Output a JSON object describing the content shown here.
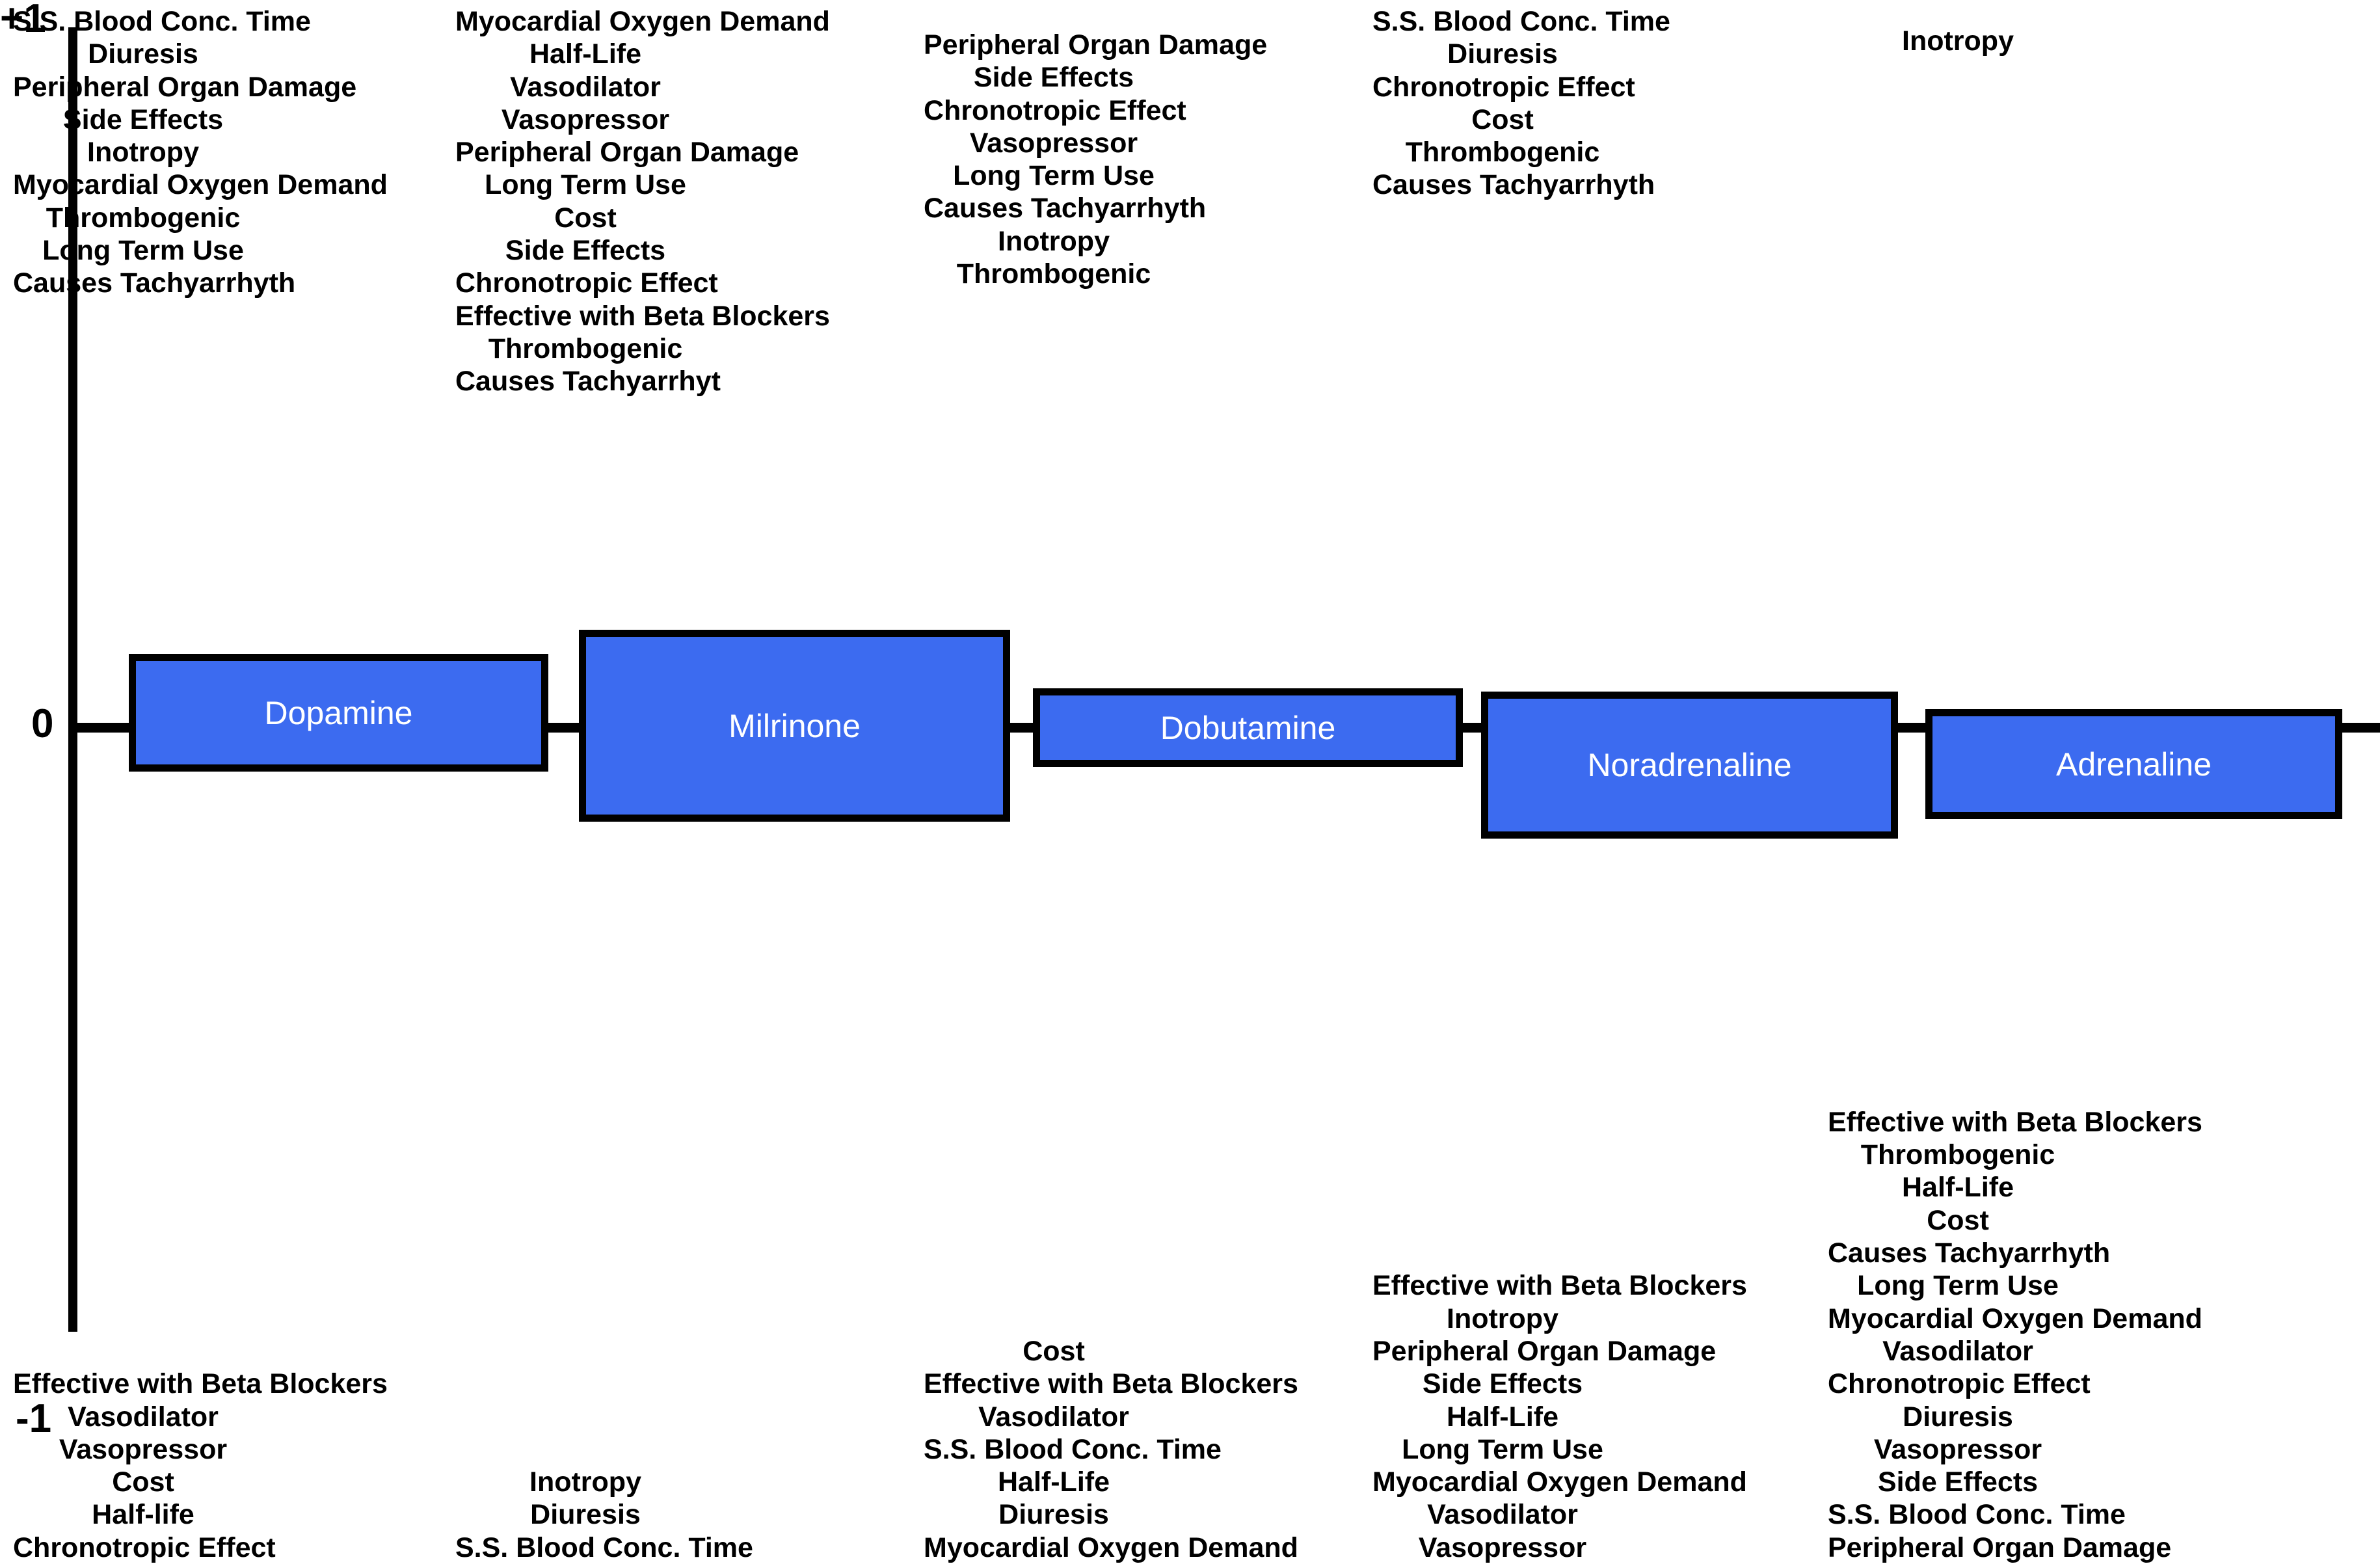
{
  "chart_data": {
    "type": "bar",
    "title": "",
    "xlabel": "",
    "ylabel": "",
    "ylim": [
      -1,
      1
    ],
    "grid": false,
    "legend": "none",
    "orientation": "vertical",
    "axis_tick_labels": [
      "+1",
      "0",
      "-1"
    ],
    "categories": [
      "Dopamine",
      "Milrinone",
      "Dobutamine",
      "Noradrenaline",
      "Adrenaline"
    ],
    "values": [
      0.08,
      0.15,
      0.06,
      -0.09,
      -0.07
    ],
    "bar_color": "#3C6BF0",
    "bar_edge_color": "#000000",
    "bar_label_color": "#FFFFFF",
    "series": [
      {
        "name": "Dopamine",
        "positive_attributes": [
          "S.S. Blood Conc. Time",
          "Diuresis",
          "Peripheral Organ Damage",
          "Side Effects",
          "Inotropy",
          "Myocardial Oxygen Demand",
          "Thrombogenic",
          "Long Term Use",
          "Causes Tachyarrhyth"
        ],
        "negative_attributes": [
          "Effective with Beta Blockers",
          "Vasodilator",
          "Vasopressor",
          "Cost",
          "Half-life",
          "Chronotropic Effect"
        ]
      },
      {
        "name": "Milrinone",
        "positive_attributes": [
          "Myocardial Oxygen Demand",
          "Half-Life",
          "Vasodilator",
          "Vasopressor",
          "Peripheral Organ Damage",
          "Long Term Use",
          "Cost",
          "Side Effects",
          "Chronotropic Effect",
          "Effective with Beta Blockers",
          "Thrombogenic",
          "Causes Tachyarrhyt"
        ],
        "negative_attributes": [
          "Inotropy",
          "Diuresis",
          "S.S. Blood Conc. Time"
        ]
      },
      {
        "name": "Dobutamine",
        "positive_attributes": [
          "Peripheral Organ Damage",
          "Side Effects",
          "Chronotropic Effect",
          "Vasopressor",
          "Long Term Use",
          "Causes Tachyarrhyth",
          "Inotropy",
          "Thrombogenic"
        ],
        "negative_attributes": [
          "Cost",
          "Effective with Beta Blockers",
          "Vasodilator",
          "S.S. Blood Conc. Time",
          "Half-Life",
          "Diuresis",
          "Myocardial Oxygen Demand"
        ]
      },
      {
        "name": "Noradrenaline",
        "positive_attributes": [
          "S.S. Blood Conc. Time",
          "Diuresis",
          "Chronotropic Effect",
          "Cost",
          "Thrombogenic",
          "Causes Tachyarrhyth"
        ],
        "negative_attributes": [
          "Effective with Beta Blockers",
          "Inotropy",
          "Peripheral Organ Damage",
          "Side Effects",
          "Half-Life",
          "Long Term Use",
          "Myocardial Oxygen Demand",
          "Vasodilator",
          "Vasopressor"
        ]
      },
      {
        "name": "Adrenaline",
        "positive_attributes": [
          "Inotropy"
        ],
        "negative_attributes": [
          "Effective with Beta Blockers",
          "Thrombogenic",
          "Half-Life",
          "Cost",
          "Causes Tachyarrhyth",
          "Long Term Use",
          "Myocardial Oxygen Demand",
          "Vasodilator",
          "Chronotropic Effect",
          "Diuresis",
          "Vasopressor",
          "Side Effects",
          "S.S. Blood Conc. Time",
          "Peripheral Organ Damage"
        ]
      }
    ]
  }
}
